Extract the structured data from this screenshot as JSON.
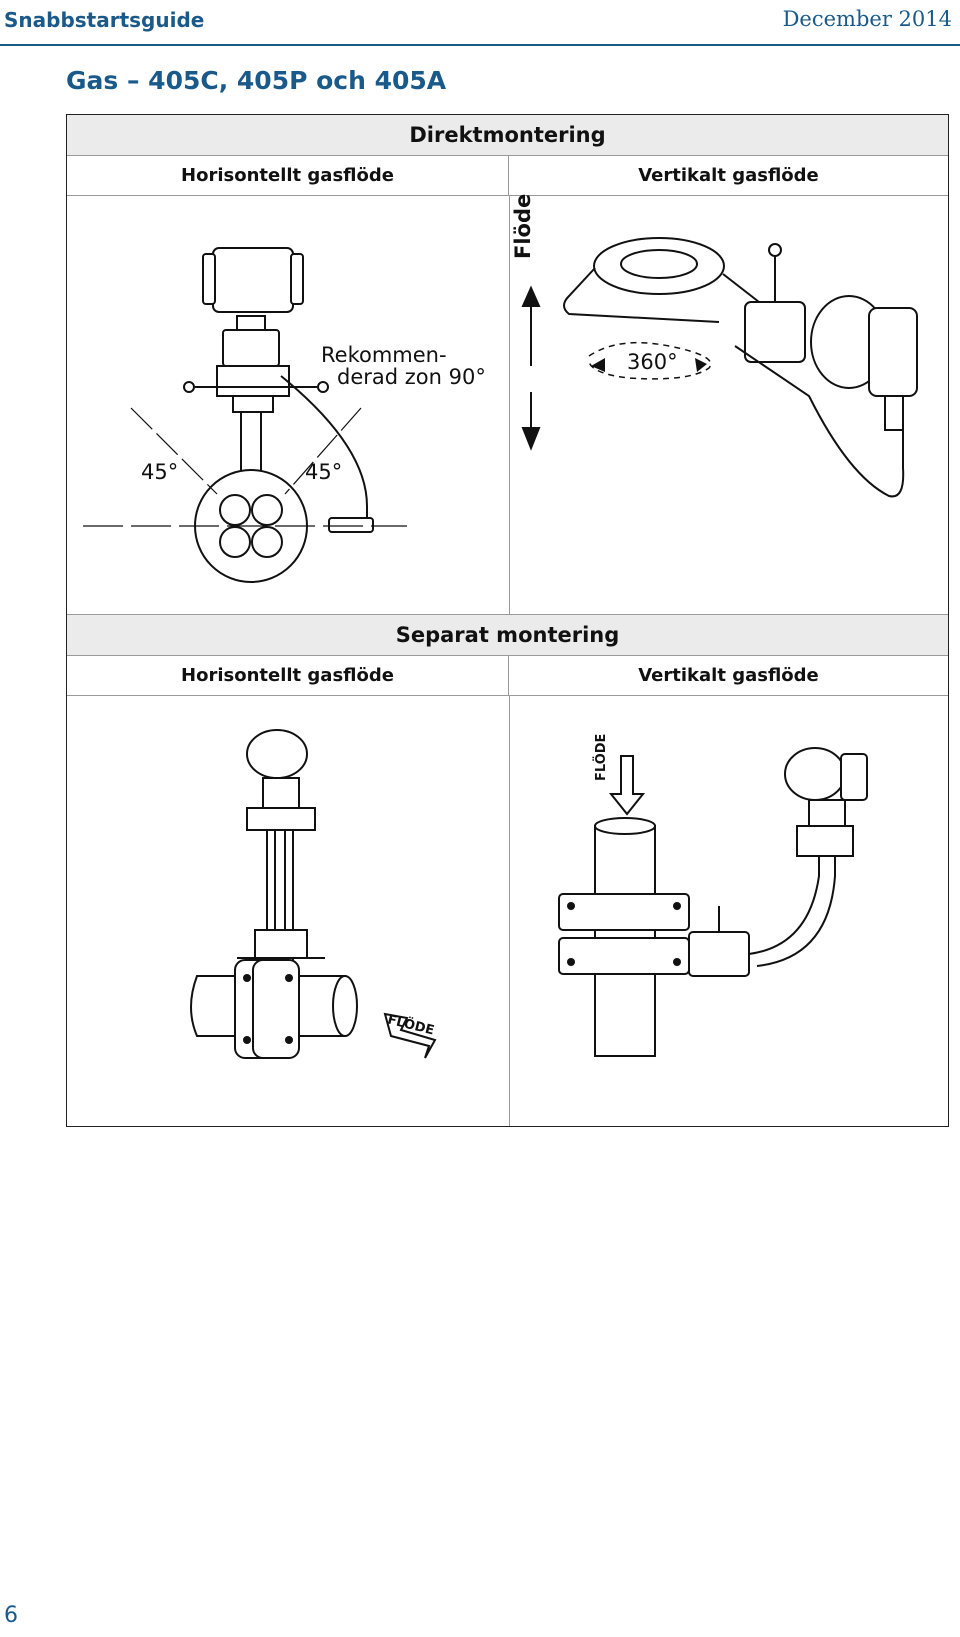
{
  "header": {
    "guide_title": "Snabbstartsguide",
    "date": "December 2014"
  },
  "section_title": "Gas – 405C, 405P och 405A",
  "direct": {
    "heading": "Direktmontering",
    "col_left": "Horisontellt gasflöde",
    "col_right": "Vertikalt gasflöde",
    "zone_label_line1": "Rekommen-",
    "zone_label_line2": "derad zon 90°",
    "angle_left": "45°",
    "angle_right": "45°",
    "flow_label": "Flöde",
    "rotation_label": "360°"
  },
  "remote": {
    "heading": "Separat montering",
    "col_left": "Horisontellt gasflöde",
    "col_right": "Vertikalt gasflöde",
    "flow_label_left": "FLÖDE",
    "flow_label_right": "FLÖDE"
  },
  "page_number": "6"
}
